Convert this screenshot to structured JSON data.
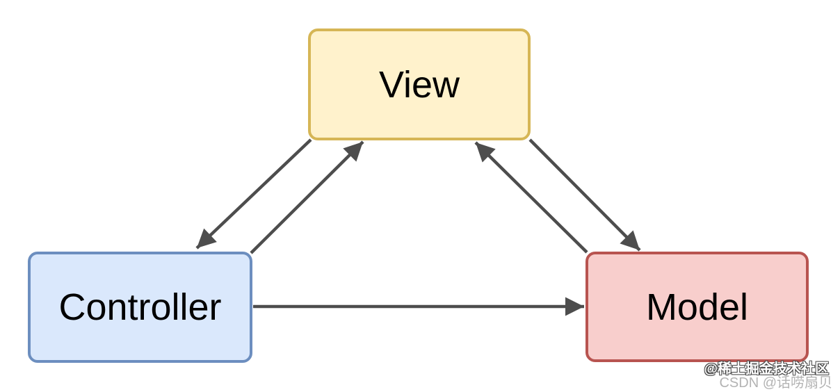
{
  "diagram": {
    "type": "flow-diagram",
    "pattern": "MVC",
    "arrow_color": "#4d4d4d",
    "nodes": [
      {
        "id": "view",
        "label": "View",
        "fill": "#FFF2CC",
        "border": "#D6B656",
        "position": "top-center"
      },
      {
        "id": "controller",
        "label": "Controller",
        "fill": "#DAE8FC",
        "border": "#6C8EBF",
        "position": "bottom-left"
      },
      {
        "id": "model",
        "label": "Model",
        "fill": "#F8CECC",
        "border": "#B85450",
        "position": "bottom-right"
      }
    ],
    "edges": [
      {
        "from": "view",
        "to": "controller",
        "directed": true
      },
      {
        "from": "controller",
        "to": "view",
        "directed": true
      },
      {
        "from": "view",
        "to": "model",
        "directed": true
      },
      {
        "from": "model",
        "to": "view",
        "directed": true
      },
      {
        "from": "controller",
        "to": "model",
        "directed": true
      }
    ]
  },
  "watermarks": {
    "line1": "@稀土掘金技术社区",
    "line2": "CSDN @话唠扇贝"
  }
}
